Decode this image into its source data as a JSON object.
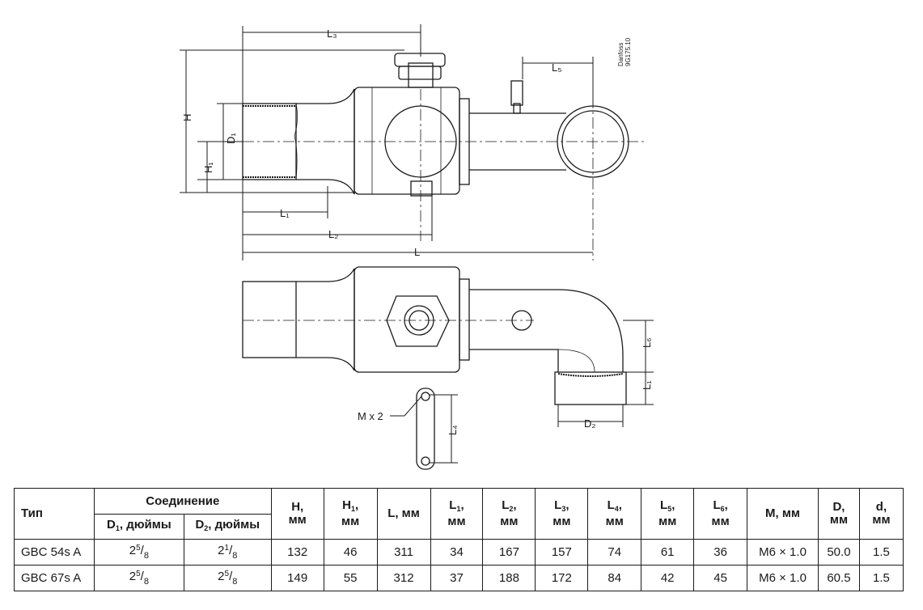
{
  "drawing": {
    "labels": {
      "L3": "L₃",
      "L5": "L₅",
      "H": "H",
      "D1": "D₁",
      "H1": "H₁",
      "L1": "L₁",
      "L2": "L₂",
      "L": "L",
      "L6": "L₆",
      "L1b": "L₁",
      "D2": "D₂",
      "L4": "L₄",
      "M": "M x 2"
    },
    "code_line1": "Danfoss",
    "code_line2": "9G175.10"
  },
  "table": {
    "headers": {
      "type": "Тип",
      "connection": "Соединение",
      "d1": {
        "main": "D",
        "sub": "1",
        "rest": ", дюймы"
      },
      "d2": {
        "main": "D",
        "sub": "2",
        "rest": ", дюймы"
      },
      "cols": [
        {
          "main": "H,",
          "sub": "",
          "unit": "мм"
        },
        {
          "main": "H",
          "sub": "1",
          "suffix": ",",
          "unit": "мм"
        },
        {
          "main": "L, мм"
        },
        {
          "main": "L",
          "sub": "1",
          "suffix": ",",
          "unit": "мм"
        },
        {
          "main": "L",
          "sub": "2",
          "suffix": ",",
          "unit": "мм"
        },
        {
          "main": "L",
          "sub": "3",
          "suffix": ",",
          "unit": "мм"
        },
        {
          "main": "L",
          "sub": "4",
          "suffix": ",",
          "unit": "мм"
        },
        {
          "main": "L",
          "sub": "5",
          "suffix": ",",
          "unit": "мм"
        },
        {
          "main": "L",
          "sub": "6",
          "suffix": ",",
          "unit": "мм"
        },
        {
          "main": "M, мм"
        },
        {
          "main": "D,",
          "unit": "мм"
        },
        {
          "main": "d,",
          "unit": "мм"
        }
      ]
    },
    "rows": [
      {
        "type": "GBC 54s A",
        "d1": {
          "whole": "2",
          "num": "5",
          "den": "8"
        },
        "d2": {
          "whole": "2",
          "num": "1",
          "den": "8"
        },
        "values": [
          "132",
          "46",
          "311",
          "34",
          "167",
          "157",
          "74",
          "61",
          "36",
          "M6 × 1.0",
          "50.0",
          "1.5"
        ]
      },
      {
        "type": "GBC 67s A",
        "d1": {
          "whole": "2",
          "num": "5",
          "den": "8"
        },
        "d2": {
          "whole": "2",
          "num": "5",
          "den": "8"
        },
        "values": [
          "149",
          "55",
          "312",
          "37",
          "188",
          "172",
          "84",
          "42",
          "45",
          "M6 × 1.0",
          "60.5",
          "1.5"
        ]
      }
    ]
  }
}
